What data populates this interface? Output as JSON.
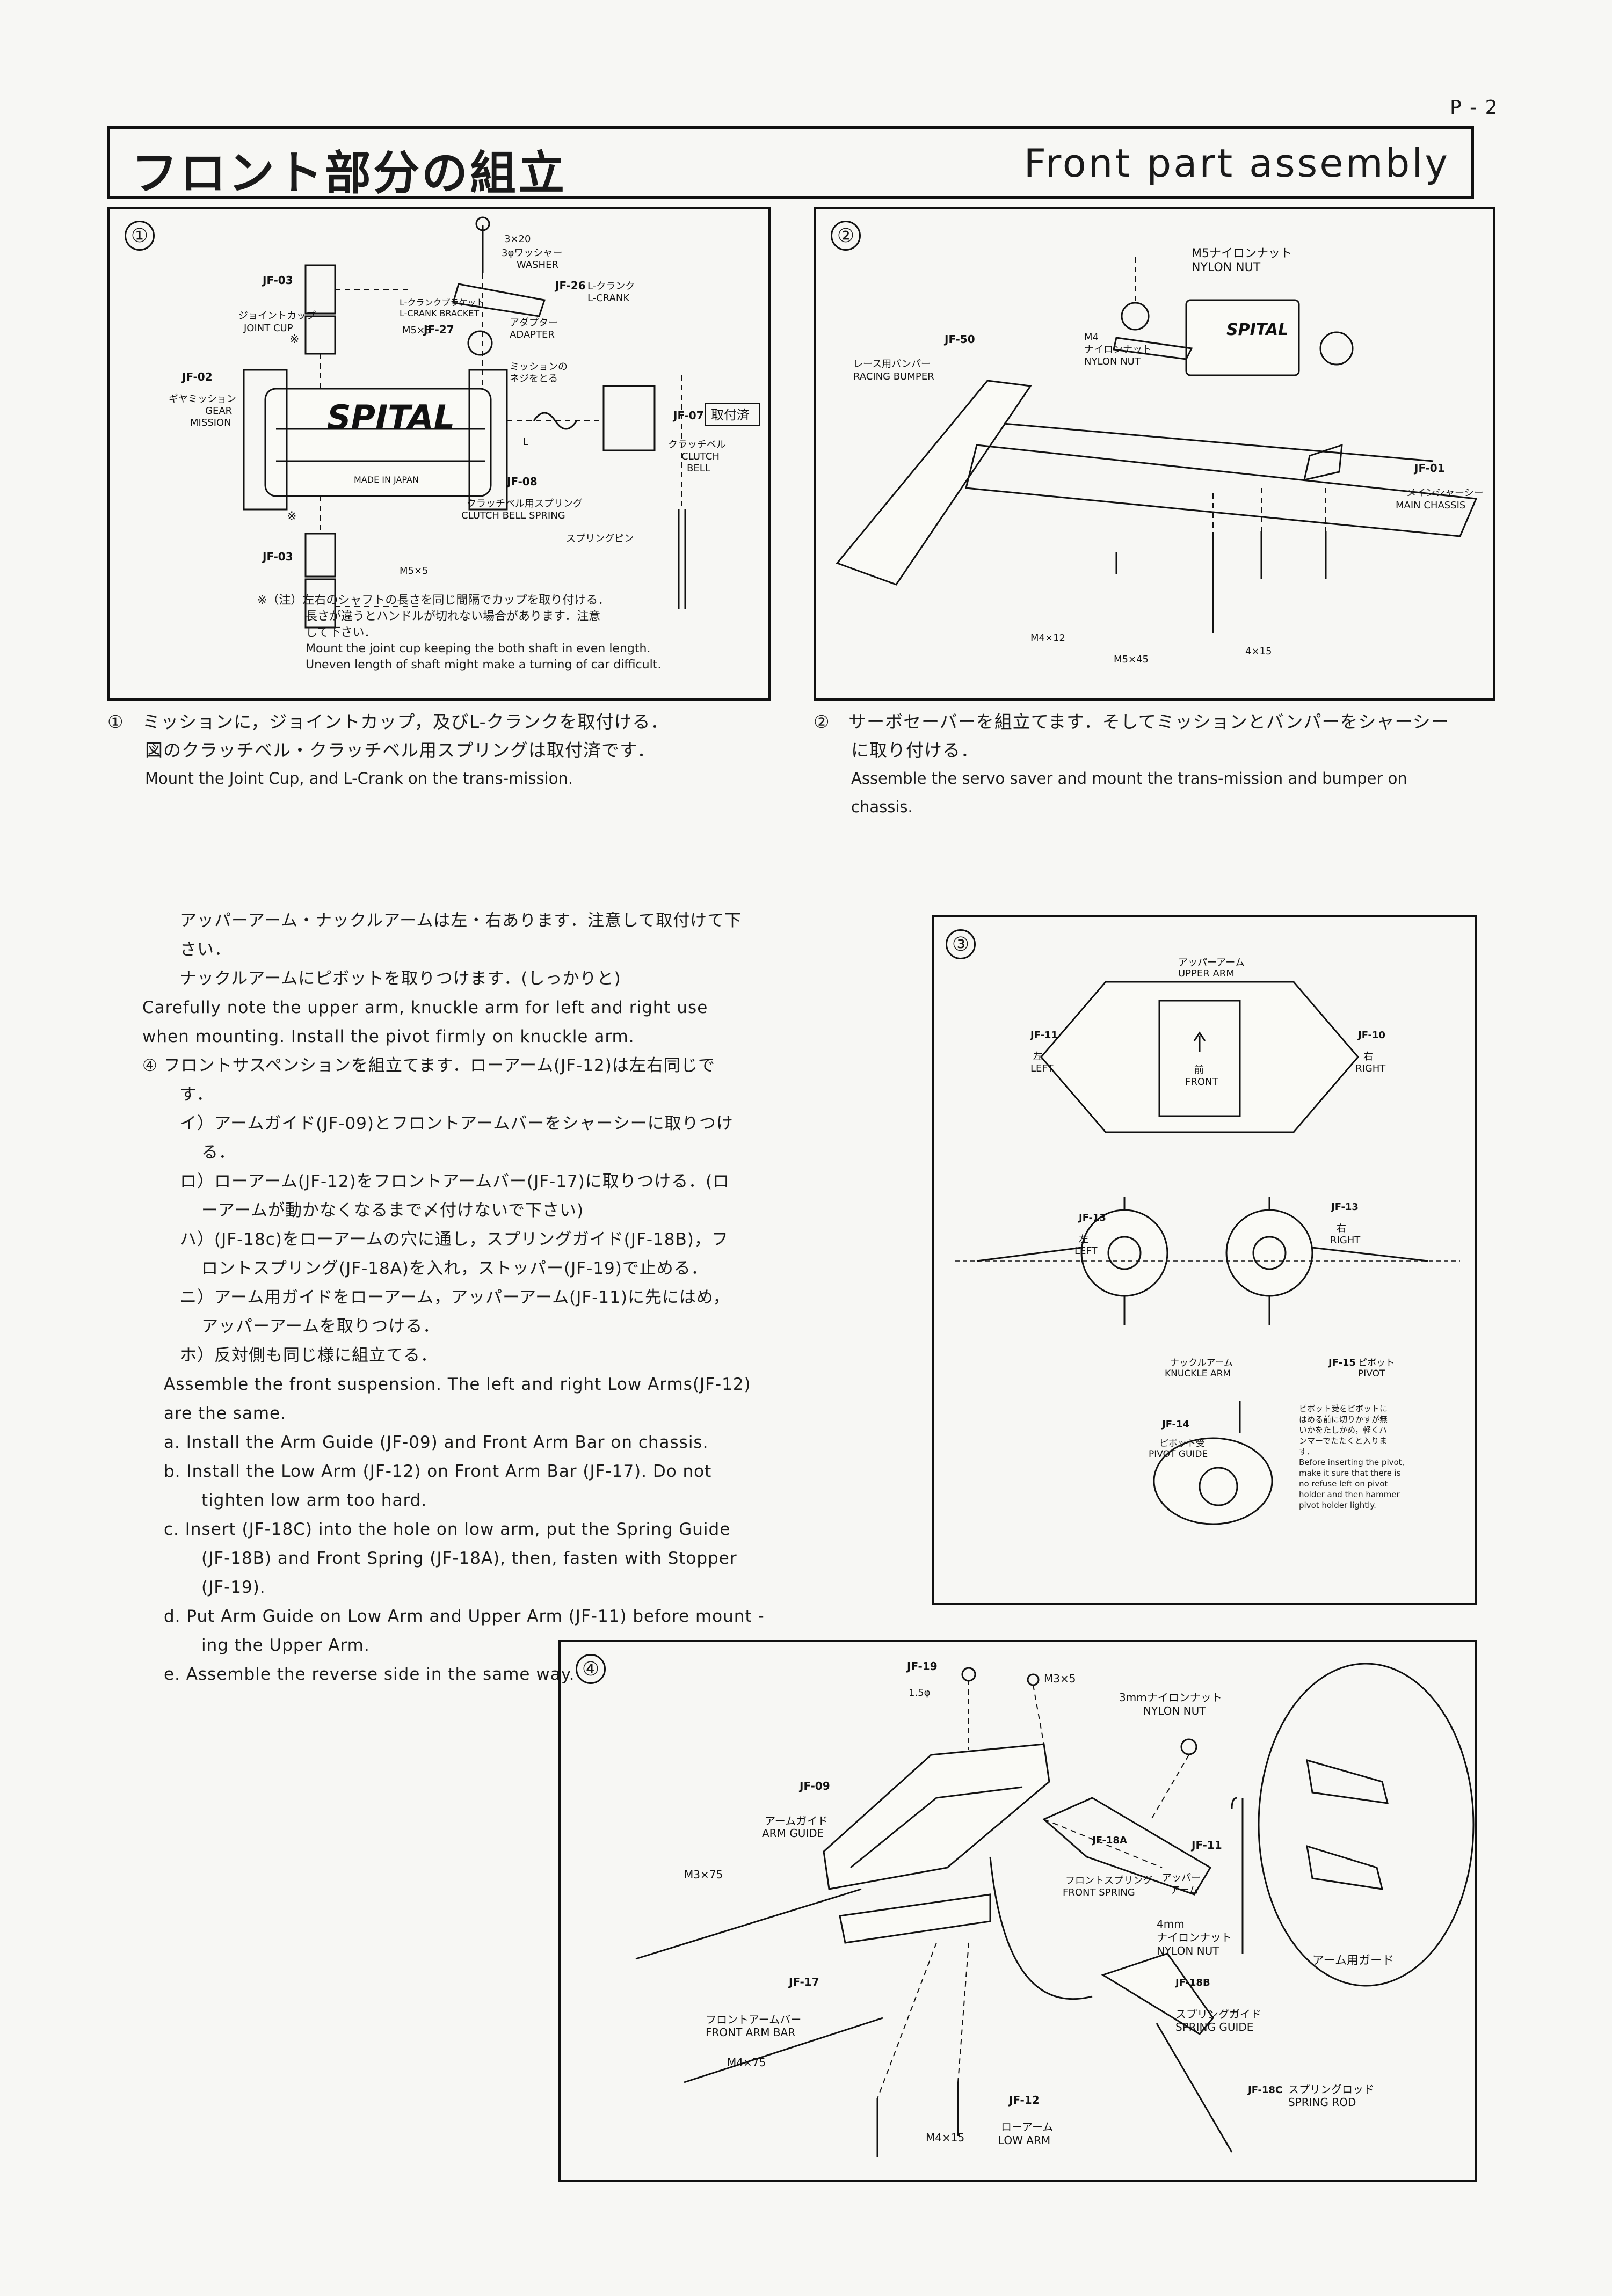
{
  "page_number": "P - 2",
  "title": {
    "jp": "フロント部分の組立",
    "en": "Front part assembly"
  },
  "panel1": {
    "num": "①",
    "labels": {
      "screw_3x20": "3×20",
      "washer_jp": "3φワッシャー",
      "washer_en": "WASHER",
      "jf03a": "JF-03",
      "joint_cup_jp": "ジョイントカップ",
      "joint_cup_en": "JOINT CUP",
      "lcrank_bracket_jp": "L-クランクブラケット",
      "lcrank_bracket_en": "L-CRANK BRACKET",
      "m5x5a": "M5×5",
      "jf26": "JF-26",
      "lcrank_jp": "L-クランク",
      "lcrank_en": "L-CRANK",
      "jf27": "JF-27",
      "adapter_jp": "アダプター",
      "adapter_en": "ADAPTER",
      "asterisk": "※",
      "jf02": "JF-02",
      "gear_jp": "ギヤミッション",
      "gear_en1": "GEAR",
      "gear_en2": "MISSION",
      "mission_screw_jp1": "ミッションの",
      "mission_screw_jp2": "ネジをとる",
      "spital": "SPITAL",
      "made_in": "MADE IN JAPAN",
      "jf07": "JF-07",
      "attached": "取付済",
      "clutch_jp": "クラッチベル",
      "clutch_en1": "CLUTCH",
      "clutch_en2": "BELL",
      "jf08": "JF-08",
      "spring_jp": "クラッチベル用スプリング",
      "spring_en": "CLUTCH BELL SPRING",
      "spring_pin": "スプリングピン",
      "jf03b": "JF-03",
      "m5x5b": "M5×5",
      "l_mark": "L"
    },
    "note": {
      "jp1": "※（注）左右のシャフトの長さを同じ間隔でカップを取り付ける．",
      "jp2": "長さが違うとハンドルが切れない場合があります．注意",
      "jp3": "して下さい．",
      "en1": "Mount the joint cup keeping the both shaft in even length.",
      "en2": "Uneven length of shaft might make a turning of car difficult."
    }
  },
  "panel2": {
    "num": "②",
    "labels": {
      "m5nut_jp": "M5ナイロンナット",
      "m5nut_en": "NYLON NUT",
      "jf50": "JF-50",
      "m4nut_jp1": "M4",
      "m4nut_jp2": "ナイロンナット",
      "m4nut_en": "NYLON NUT",
      "bumper_jp": "レース用バンパー",
      "bumper_en": "RACING BUMPER",
      "spital": "SPITAL",
      "jf01": "JF-01",
      "chassis_jp": "メインシャーシー",
      "chassis_en": "MAIN CHASSIS",
      "m4x12": "M4×12",
      "m5x45": "M5×45",
      "m4x15": "4×15"
    }
  },
  "caption1": {
    "num": "①",
    "jp1": "ミッションに，ジョイントカップ，及びL-クランクを取付ける．",
    "jp2": "図のクラッチベル・クラッチベル用スプリングは取付済です．",
    "en": "Mount the Joint Cup, and L-Crank on the trans-mission."
  },
  "caption2": {
    "num": "②",
    "jp1": "サーボセーバーを組立てます．そしてミッションとバンパーをシャーシー",
    "jp2": "に取り付ける．",
    "en1": "Assemble the servo saver and mount the trans-mission and bumper on",
    "en2": "chassis."
  },
  "left_text": {
    "p1": "アッパーアーム・ナックルアームは左・右あります．注意して取付けて下",
    "p2": "さい．",
    "p3": "ナックルアームにピボットを取りつけます．(しっかりと)",
    "p4": "Carefully note the upper arm, knuckle arm for left and right use",
    "p5": "when mounting.  Install the pivot firmly on knuckle arm.",
    "p6": "④  フロントサスペンションを組立てます．ローアーム(JF-12)は左右同じで",
    "p7": "す．",
    "p8": "イ）アームガイド(JF-09)とフロントアームバーをシャーシーに取りつけ",
    "p9": "る．",
    "p10": "ロ）ローアーム(JF-12)をフロントアームバー(JF-17)に取りつける．(ロ",
    "p11": "ーアームが動かなくなるまで〆付けないで下さい)",
    "p12": "ハ）(JF-18c)をローアームの穴に通し，スプリングガイド(JF-18B)，フ",
    "p13": "ロントスプリング(JF-18A)を入れ，ストッパー(JF-19)で止める．",
    "p14": "ニ）アーム用ガイドをローアーム，アッパーアーム(JF-11)に先にはめ，",
    "p15": "アッパーアームを取りつける．",
    "p16": "ホ）反対側も同じ様に組立てる．",
    "p17": "Assemble the front suspension.  The left and right Low Arms(JF-12)",
    "p18": "are the same.",
    "p19": "a.  Install the Arm Guide (JF-09) and Front Arm Bar on chassis.",
    "p20": "b.  Install the Low Arm (JF-12) on Front Arm Bar (JF-17).  Do not",
    "p21": "tighten low arm too hard.",
    "p22": "c.  Insert (JF-18C) into the hole on low arm, put the Spring Guide",
    "p23": "(JF-18B) and Front Spring (JF-18A),  then, fasten with Stopper",
    "p24": "(JF-19).",
    "p25": "d.  Put Arm Guide on Low Arm and Upper Arm (JF-11) before mount -",
    "p26": "ing the Upper Arm.",
    "p27": "e.  Assemble the reverse side in the same way."
  },
  "panel3": {
    "num": "③",
    "labels": {
      "upper_jp": "アッパーアーム",
      "upper_en": "UPPER ARM",
      "jf11": "JF-11",
      "left_jp": "左",
      "left_en": "LEFT",
      "jf10": "JF-10",
      "right_jp": "右",
      "right_en": "RIGHT",
      "front_jp": "前",
      "front_en": "FRONT",
      "jf13a": "JF-13",
      "left2_jp": "左",
      "left2_en": "LEFT",
      "jf13b": "JF-13",
      "right2_jp": "右",
      "right2_en": "RIGHT",
      "knuckle_jp": "ナックルアーム",
      "knuckle_en": "KNUCKLE ARM",
      "jf15": "JF-15",
      "pivot_jp": "ピボット",
      "pivot_en": "PIVOT",
      "jf14": "JF-14",
      "holder_jp": "ピボット受",
      "holder_en": "PIVOT GUIDE"
    },
    "note": {
      "jp1": "ピボット受をピボットに",
      "jp2": "はめる前に切りかすが無",
      "jp3": "いかをたしかめ，軽くハ",
      "jp4": "ンマーでたたくと入りま",
      "jp5": "す．",
      "en1": "Before inserting the pivot,",
      "en2": "make it sure that there is",
      "en3": "no refuse left on pivot",
      "en4": "holder and then hammer",
      "en5": "pivot holder lightly."
    }
  },
  "panel4": {
    "num": "④",
    "labels": {
      "jf19": "JF-19",
      "phi": "1.5φ",
      "m3x5": "M3×5",
      "nut3_jp": "3mmナイロンナット",
      "nut3_en": "NYLON NUT",
      "jf09": "JF-09",
      "guide_jp": "アームガイド",
      "guide_en": "ARM GUIDE",
      "jf18a": "JF-18A",
      "jf11": "JF-11",
      "fspring_jp": "フロントスプリング",
      "fspring_en": "FRONT SPRING",
      "upper_jp1": "アッパー",
      "upper_jp2": "アーム",
      "m3x75": "M3×75",
      "nut4_1": "4mm",
      "nut4_jp": "ナイロンナット",
      "nut4_en": "NYLON NUT",
      "arm_guard": "アーム用ガード",
      "jf17": "JF-17",
      "fbar_jp": "フロントアームバー",
      "fbar_en": "FRONT ARM BAR",
      "jf18b": "JF-18B",
      "sguide_jp": "スプリングガイド",
      "sguide_en": "SPRING GUIDE",
      "m4x75": "M4×75",
      "jf12": "JF-12",
      "low_jp": "ローアーム",
      "low_en": "LOW ARM",
      "m4x15": "M4×15",
      "jf18c": "JF-18C",
      "rod_jp": "スプリングロッド",
      "rod_en": "SPRING ROD"
    }
  }
}
